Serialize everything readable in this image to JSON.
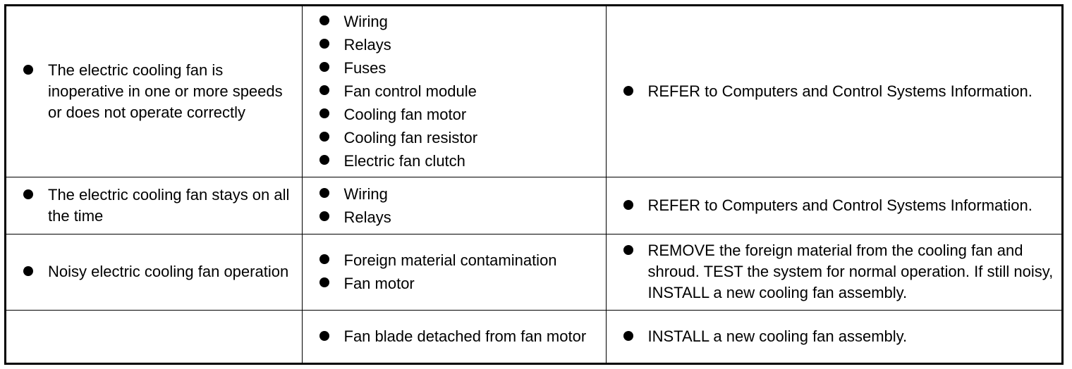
{
  "rows": [
    {
      "condition": "The electric cooling fan is inoperative in one or more speeds or does not operate correctly",
      "causes": [
        "Wiring",
        "Relays",
        "Fuses",
        "Fan control module",
        "Cooling fan motor",
        "Cooling fan resistor",
        "Electric fan clutch"
      ],
      "action": "REFER to Computers and Control Systems Information."
    },
    {
      "condition": "The electric cooling fan stays on all the time",
      "causes": [
        "Wiring",
        "Relays"
      ],
      "action": "REFER to Computers and Control Systems Information."
    },
    {
      "condition": "Noisy electric cooling fan operation",
      "causes": [
        "Foreign material contamination",
        "Fan motor"
      ],
      "action": "REMOVE the foreign material from the cooling fan and shroud. TEST the system for normal operation. If still noisy, INSTALL a new cooling fan assembly."
    },
    {
      "condition": "",
      "causes": [
        "Fan blade detached from fan motor"
      ],
      "action": "INSTALL a new cooling fan assembly."
    }
  ]
}
